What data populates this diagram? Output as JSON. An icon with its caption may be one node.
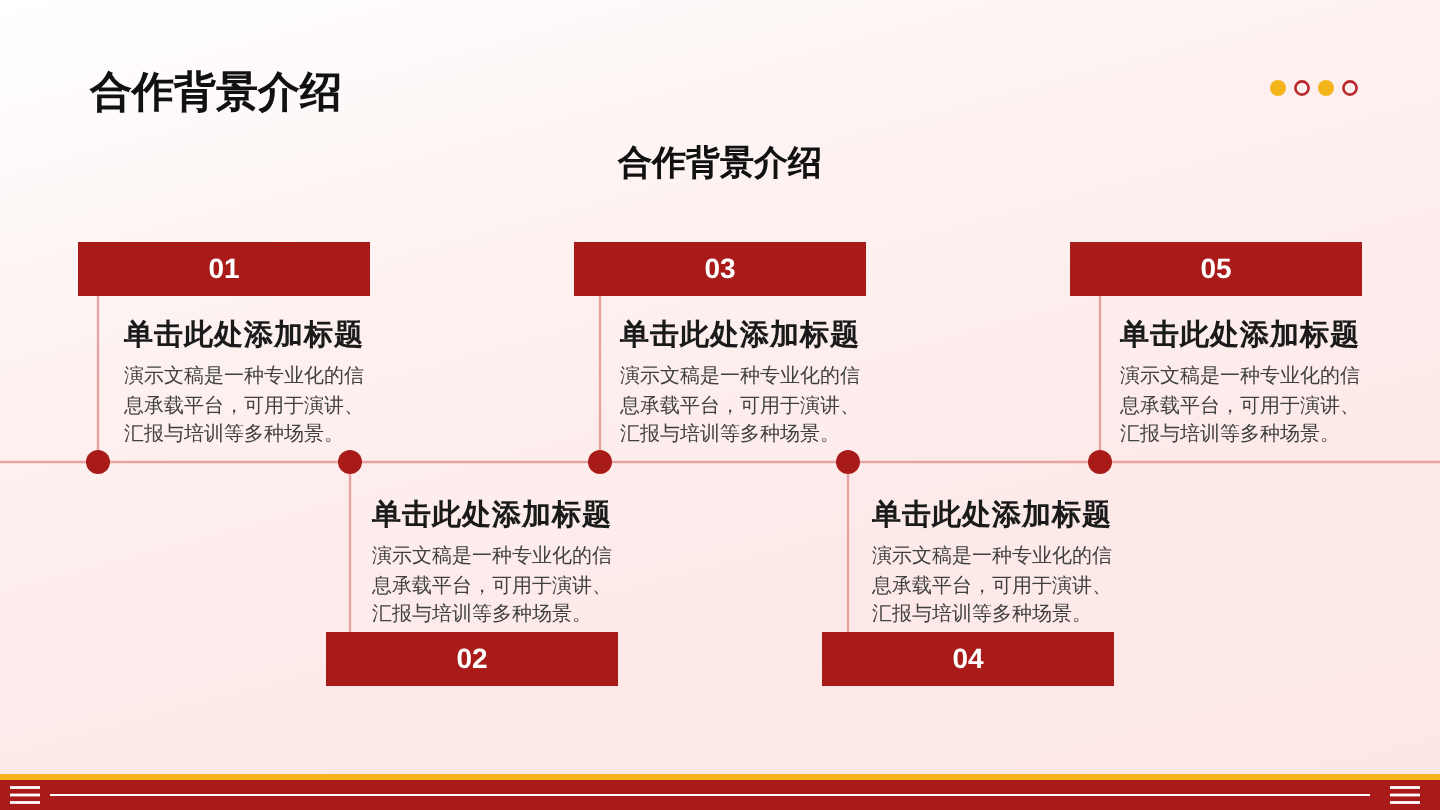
{
  "diagram": {
    "title": "合作背景介绍",
    "nodes": [
      {
        "text": [
          "01"
        ],
        "beside": [
          "单击此处添加标题",
          "演示文稿是一种专业化的信息承载平台，可用于演讲、汇报与培训等多种场景。"
        ]
      },
      {
        "text": [
          "02"
        ],
        "beside": [
          "单击此处添加标题",
          "演示文稿是一种专业化的信息承载平台，可用于演讲、汇报与培训等多种场景。"
        ]
      },
      {
        "text": [
          "03"
        ],
        "beside": [
          "单击此处添加标题",
          "演示文稿是一种专业化的信息承载平台，可用于演讲、汇报与培训等多种场景。"
        ]
      },
      {
        "text": [
          "04"
        ],
        "beside": [
          "单击此处添加标题",
          "演示文稿是一种专业化的信息承载平台，可用于演讲、汇报与培训等多种场景。"
        ]
      },
      {
        "text": [
          "05"
        ],
        "beside": [
          "单击此处添加标题",
          "演示文稿是一种专业化的信息承载平台，可用于演讲、汇报与培训等多种场景。"
        ]
      },
      {
        "text": [],
        "shape": "circle"
      },
      {
        "text": [],
        "shape": "circle"
      },
      {
        "text": [],
        "shape": "circle"
      },
      {
        "text": [],
        "shape": "circle"
      },
      {
        "text": [],
        "shape": "circle"
      }
    ],
    "edges": [
      {
        "from": 0,
        "to": 5,
        "arrow": "none"
      },
      {
        "from": 1,
        "to": 6,
        "arrow": "none"
      },
      {
        "from": 2,
        "to": 7,
        "arrow": "none"
      },
      {
        "from": 3,
        "to": 8,
        "arrow": "none"
      },
      {
        "from": 4,
        "to": 9,
        "arrow": "none"
      }
    ],
    "labels": [
      "合作背景介绍"
    ]
  }
}
